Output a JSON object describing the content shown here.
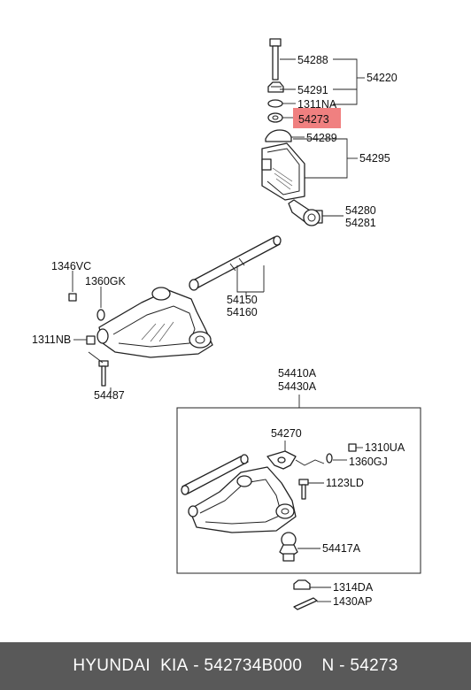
{
  "diagram": {
    "highlight_color": "#f08080",
    "labels": {
      "p54288": "54288",
      "p54220": "54220",
      "p54291": "54291",
      "p1311na": "1311NA",
      "p54273": "54273",
      "p54289": "54289",
      "p54295": "54295",
      "p54280": "54280",
      "p54281": "54281",
      "p1346vc": "1346VC",
      "p1360gk": "1360GK",
      "p54150": "54150",
      "p54160": "54160",
      "p1311nb": "1311NB",
      "p54487": "54487",
      "p54410a": "54410A",
      "p54430a": "54430A",
      "p54270": "54270",
      "p1310ua": "1310UA",
      "p1360gj": "1360GJ",
      "p1123ld": "1123LD",
      "p54417a": "54417A",
      "p1314da": "1314DA",
      "p1430ap": "1430AP"
    }
  },
  "footer": {
    "brand": "HYUNDAI  KIA",
    "separator1": " - ",
    "part_number": "542734B000",
    "spacer": "    ",
    "n_label": "N",
    "separator2": " - ",
    "ref_number": "54273"
  }
}
